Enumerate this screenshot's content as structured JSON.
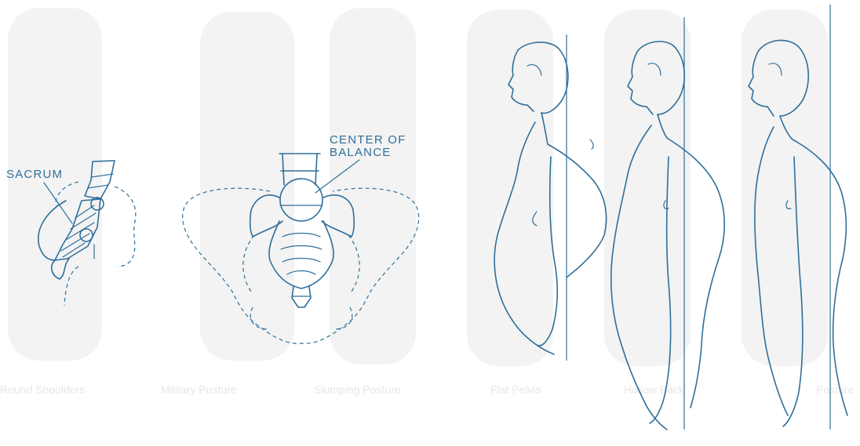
{
  "labels": {
    "sacrum": "SACRUM",
    "center_of_balance_line1": "CENTER OF",
    "center_of_balance_line2": "BALANCE"
  },
  "background_captions": [
    "Round Shoulders",
    "Military Posture",
    "Slumping Posture",
    "Flat Pelvis",
    "Hollow Back",
    "Posture"
  ],
  "ink_color": "#2f6f9b"
}
